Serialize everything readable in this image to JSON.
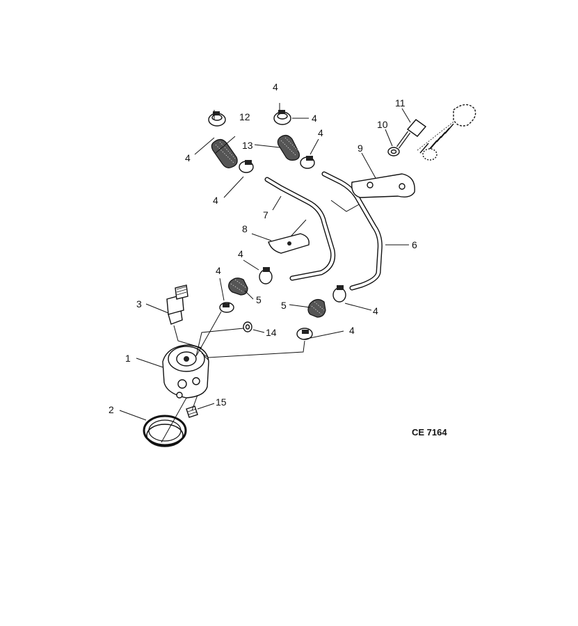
{
  "diagram": {
    "reference_code": "CE 7164",
    "callouts": [
      {
        "id": "1",
        "text": "1"
      },
      {
        "id": "2",
        "text": "2"
      },
      {
        "id": "3",
        "text": "3"
      },
      {
        "id": "4a",
        "text": "4"
      },
      {
        "id": "4b",
        "text": "4"
      },
      {
        "id": "4c",
        "text": "4"
      },
      {
        "id": "4d",
        "text": "4"
      },
      {
        "id": "4e",
        "text": "4"
      },
      {
        "id": "4f",
        "text": "4"
      },
      {
        "id": "4g",
        "text": "4"
      },
      {
        "id": "4h",
        "text": "4"
      },
      {
        "id": "4i",
        "text": "4"
      },
      {
        "id": "5a",
        "text": "5"
      },
      {
        "id": "5b",
        "text": "5"
      },
      {
        "id": "6",
        "text": "6"
      },
      {
        "id": "7",
        "text": "7"
      },
      {
        "id": "8",
        "text": "8"
      },
      {
        "id": "9",
        "text": "9"
      },
      {
        "id": "10",
        "text": "10"
      },
      {
        "id": "11",
        "text": "11"
      },
      {
        "id": "12",
        "text": "12"
      },
      {
        "id": "13",
        "text": "13"
      },
      {
        "id": "14",
        "text": "14"
      },
      {
        "id": "15",
        "text": "15"
      }
    ]
  }
}
